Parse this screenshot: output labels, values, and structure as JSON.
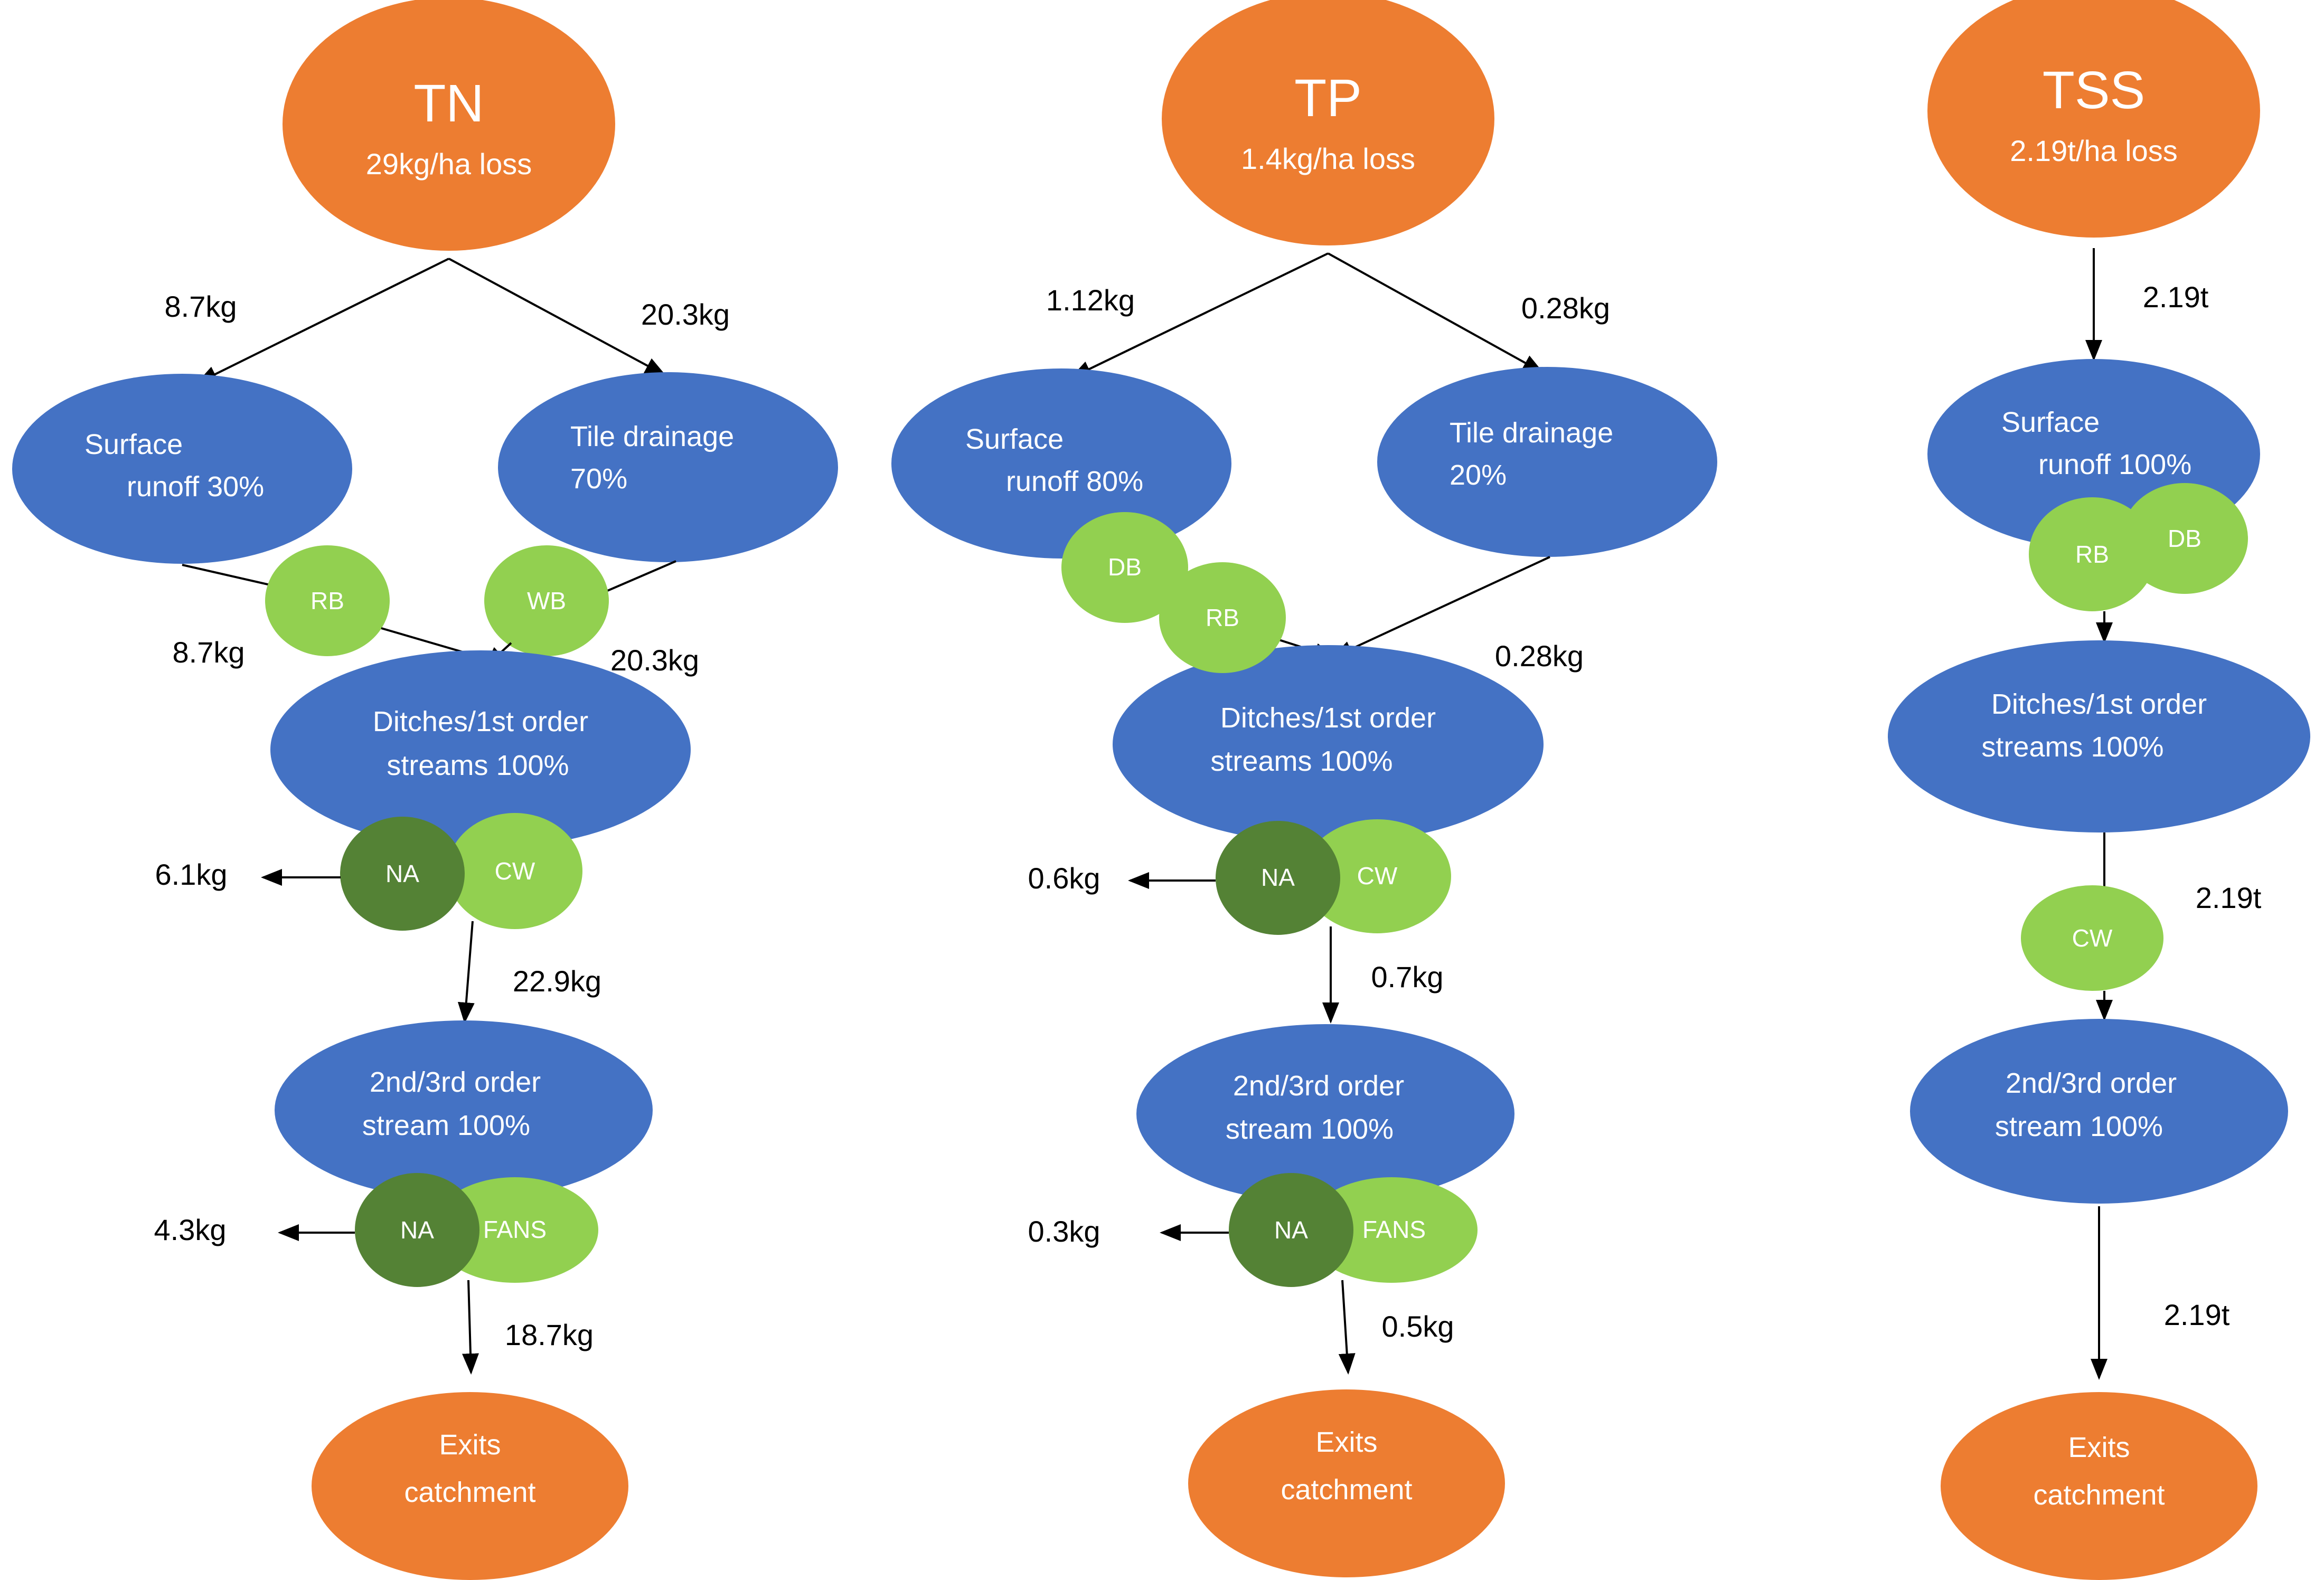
{
  "colors": {
    "source": "#ED7D31",
    "pathway": "#4472C4",
    "measure": "#92D050",
    "natural_attenuation": "#548235"
  },
  "tn": {
    "title": "TN",
    "loss": "29kg/ha loss",
    "surface_split": "8.7kg",
    "tile_split": "20.3kg",
    "surface_runoff": [
      "Surface",
      "runoff 30%"
    ],
    "tile_drainage": [
      "Tile drainage",
      "70%"
    ],
    "rb": "RB",
    "wb": "WB",
    "surface_to_ditch": "8.7kg",
    "tile_to_ditch": "20.3kg",
    "ditches": [
      "Ditches/1st order",
      "streams 100%"
    ],
    "na1": "NA",
    "cw": "CW",
    "na1_loss": "6.1kg",
    "to_stream": "22.9kg",
    "stream": [
      "2nd/3rd order",
      "stream 100%"
    ],
    "na2": "NA",
    "fans": "FANS",
    "na2_loss": "4.3kg",
    "to_exit": "18.7kg",
    "exit": [
      "Exits",
      "catchment"
    ]
  },
  "tp": {
    "title": "TP",
    "loss": "1.4kg/ha loss",
    "surface_split": "1.12kg",
    "tile_split": "0.28kg",
    "surface_runoff": [
      "Surface",
      "runoff 80%"
    ],
    "tile_drainage": [
      "Tile drainage",
      "20%"
    ],
    "db": "DB",
    "rb": "RB",
    "tile_to_ditch": "0.28kg",
    "ditches": [
      "Ditches/1st order",
      "streams 100%"
    ],
    "na1": "NA",
    "cw": "CW",
    "na1_loss": "0.6kg",
    "to_stream": "0.7kg",
    "stream": [
      "2nd/3rd order",
      "stream 100%"
    ],
    "na2": "NA",
    "fans": "FANS",
    "na2_loss": "0.3kg",
    "to_exit": "0.5kg",
    "exit": [
      "Exits",
      "catchment"
    ]
  },
  "tss": {
    "title": "TSS",
    "loss": "2.19t/ha loss",
    "surface_flow": "2.19t",
    "surface_runoff": [
      "Surface",
      "runoff 100%"
    ],
    "rb": "RB",
    "db": "DB",
    "ditches": [
      "Ditches/1st order",
      "streams 100%"
    ],
    "cw": "CW",
    "to_stream": "2.19t",
    "stream": [
      "2nd/3rd order",
      "stream 100%"
    ],
    "to_exit": "2.19t",
    "exit": [
      "Exits",
      "catchment"
    ]
  }
}
